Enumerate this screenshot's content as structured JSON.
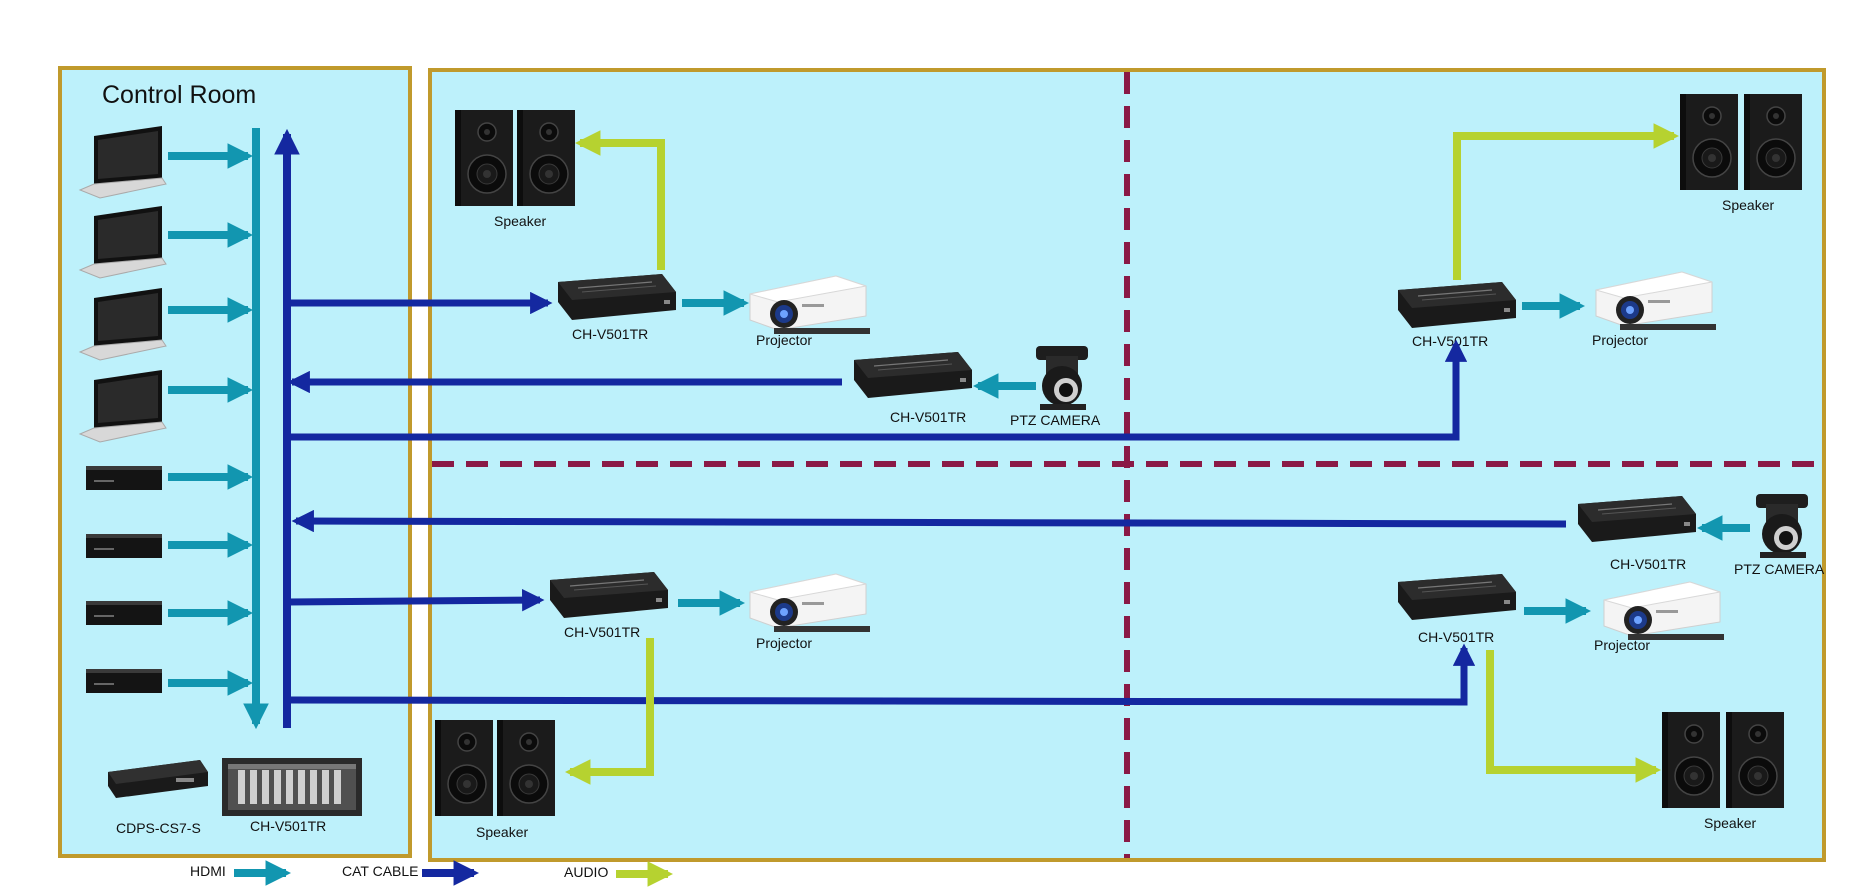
{
  "control_room": {
    "title": "Control Room",
    "bottom_devices": [
      {
        "label": "CDPS-CS7-S"
      },
      {
        "label": "CH-V501TR"
      }
    ]
  },
  "zones": {
    "top_left": {
      "speaker_label": "Speaker",
      "receiver_label": "CH-V501TR",
      "projector_label": "Projector",
      "camera_tx_label": "CH-V501TR",
      "camera_label": "PTZ CAMERA"
    },
    "top_right": {
      "speaker_label": "Speaker",
      "receiver_label": "CH-V501TR",
      "projector_label": "Projector"
    },
    "bottom_left": {
      "receiver_label": "CH-V501TR",
      "projector_label": "Projector",
      "speaker_label": "Speaker"
    },
    "bottom_right": {
      "camera_tx_label": "CH-V501TR",
      "camera_label": "PTZ CAMERA",
      "receiver_label": "CH-V501TR",
      "projector_label": "Projector",
      "speaker_label": "Speaker"
    }
  },
  "legend": {
    "hdmi": "HDMI",
    "cat": "CAT CABLE",
    "audio": "AUDIO"
  },
  "colors": {
    "hdmi": "#1296b0",
    "cat": "#1428a0",
    "audio": "#b6d230",
    "border": "#c09a2c",
    "zone_fill": "#bdf1fb",
    "divider": "#8a1a46"
  }
}
